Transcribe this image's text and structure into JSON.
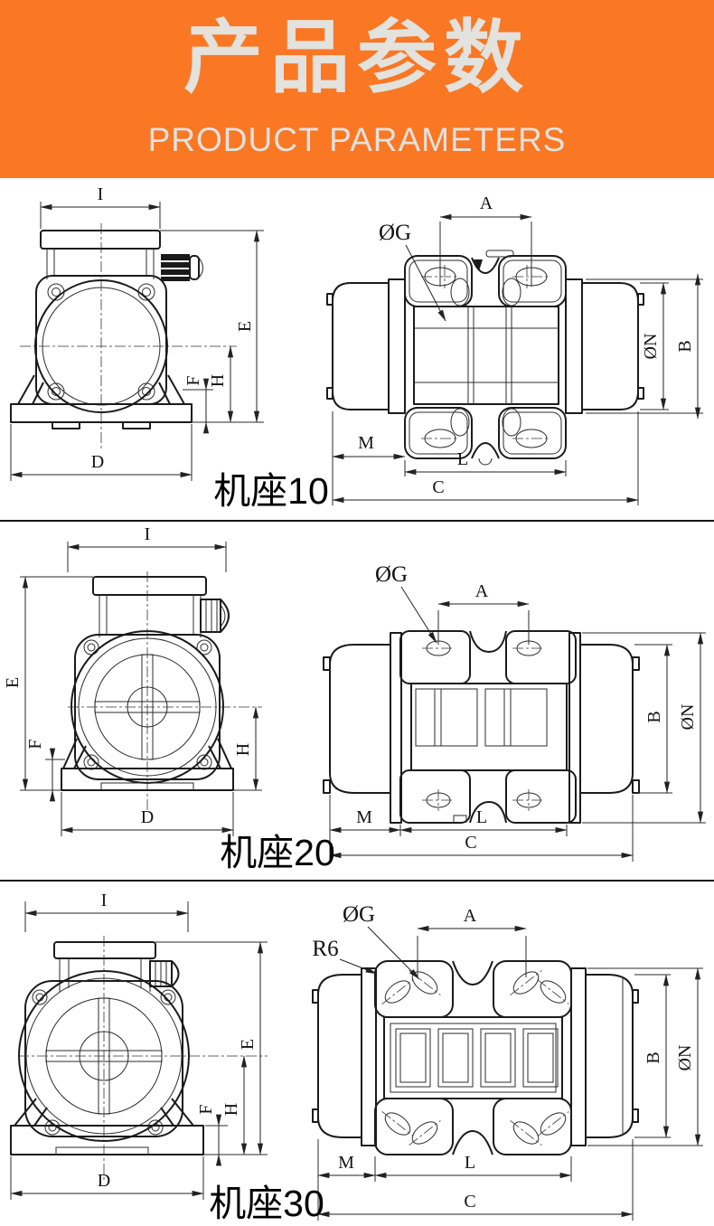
{
  "header": {
    "title_zh": "产品参数",
    "subtitle_en": "PRODUCT PARAMETERS"
  },
  "colors": {
    "header_bg": "#FA7724",
    "header_text": "#E3E2DD",
    "drawing_line": "#1b1b1b",
    "divider": "#161616",
    "background": "#ffffff"
  },
  "sections": [
    {
      "id": "frame-10",
      "title": "机座10",
      "front_dims": {
        "I": "I",
        "E": "E",
        "F": "F",
        "H": "H",
        "D": "D"
      },
      "top_dims": {
        "A": "A",
        "OG": "ØG",
        "ON": "ØN",
        "B": "B",
        "M": "M",
        "L": "L",
        "C": "C"
      }
    },
    {
      "id": "frame-20",
      "title": "机座20",
      "front_dims": {
        "I": "I",
        "E": "E",
        "F": "F",
        "H": "H",
        "D": "D"
      },
      "top_dims": {
        "A": "A",
        "OG": "ØG",
        "ON": "ØN",
        "B": "B",
        "M": "M",
        "L": "L",
        "C": "C"
      }
    },
    {
      "id": "frame-30",
      "title": "机座30",
      "front_dims": {
        "I": "I",
        "E": "E",
        "F": "F",
        "H": "H",
        "D": "D"
      },
      "top_dims": {
        "A": "A",
        "OG": "ØG",
        "R6": "R6",
        "ON": "ØN",
        "B": "B",
        "M": "M",
        "L": "L",
        "C": "C"
      }
    }
  ]
}
